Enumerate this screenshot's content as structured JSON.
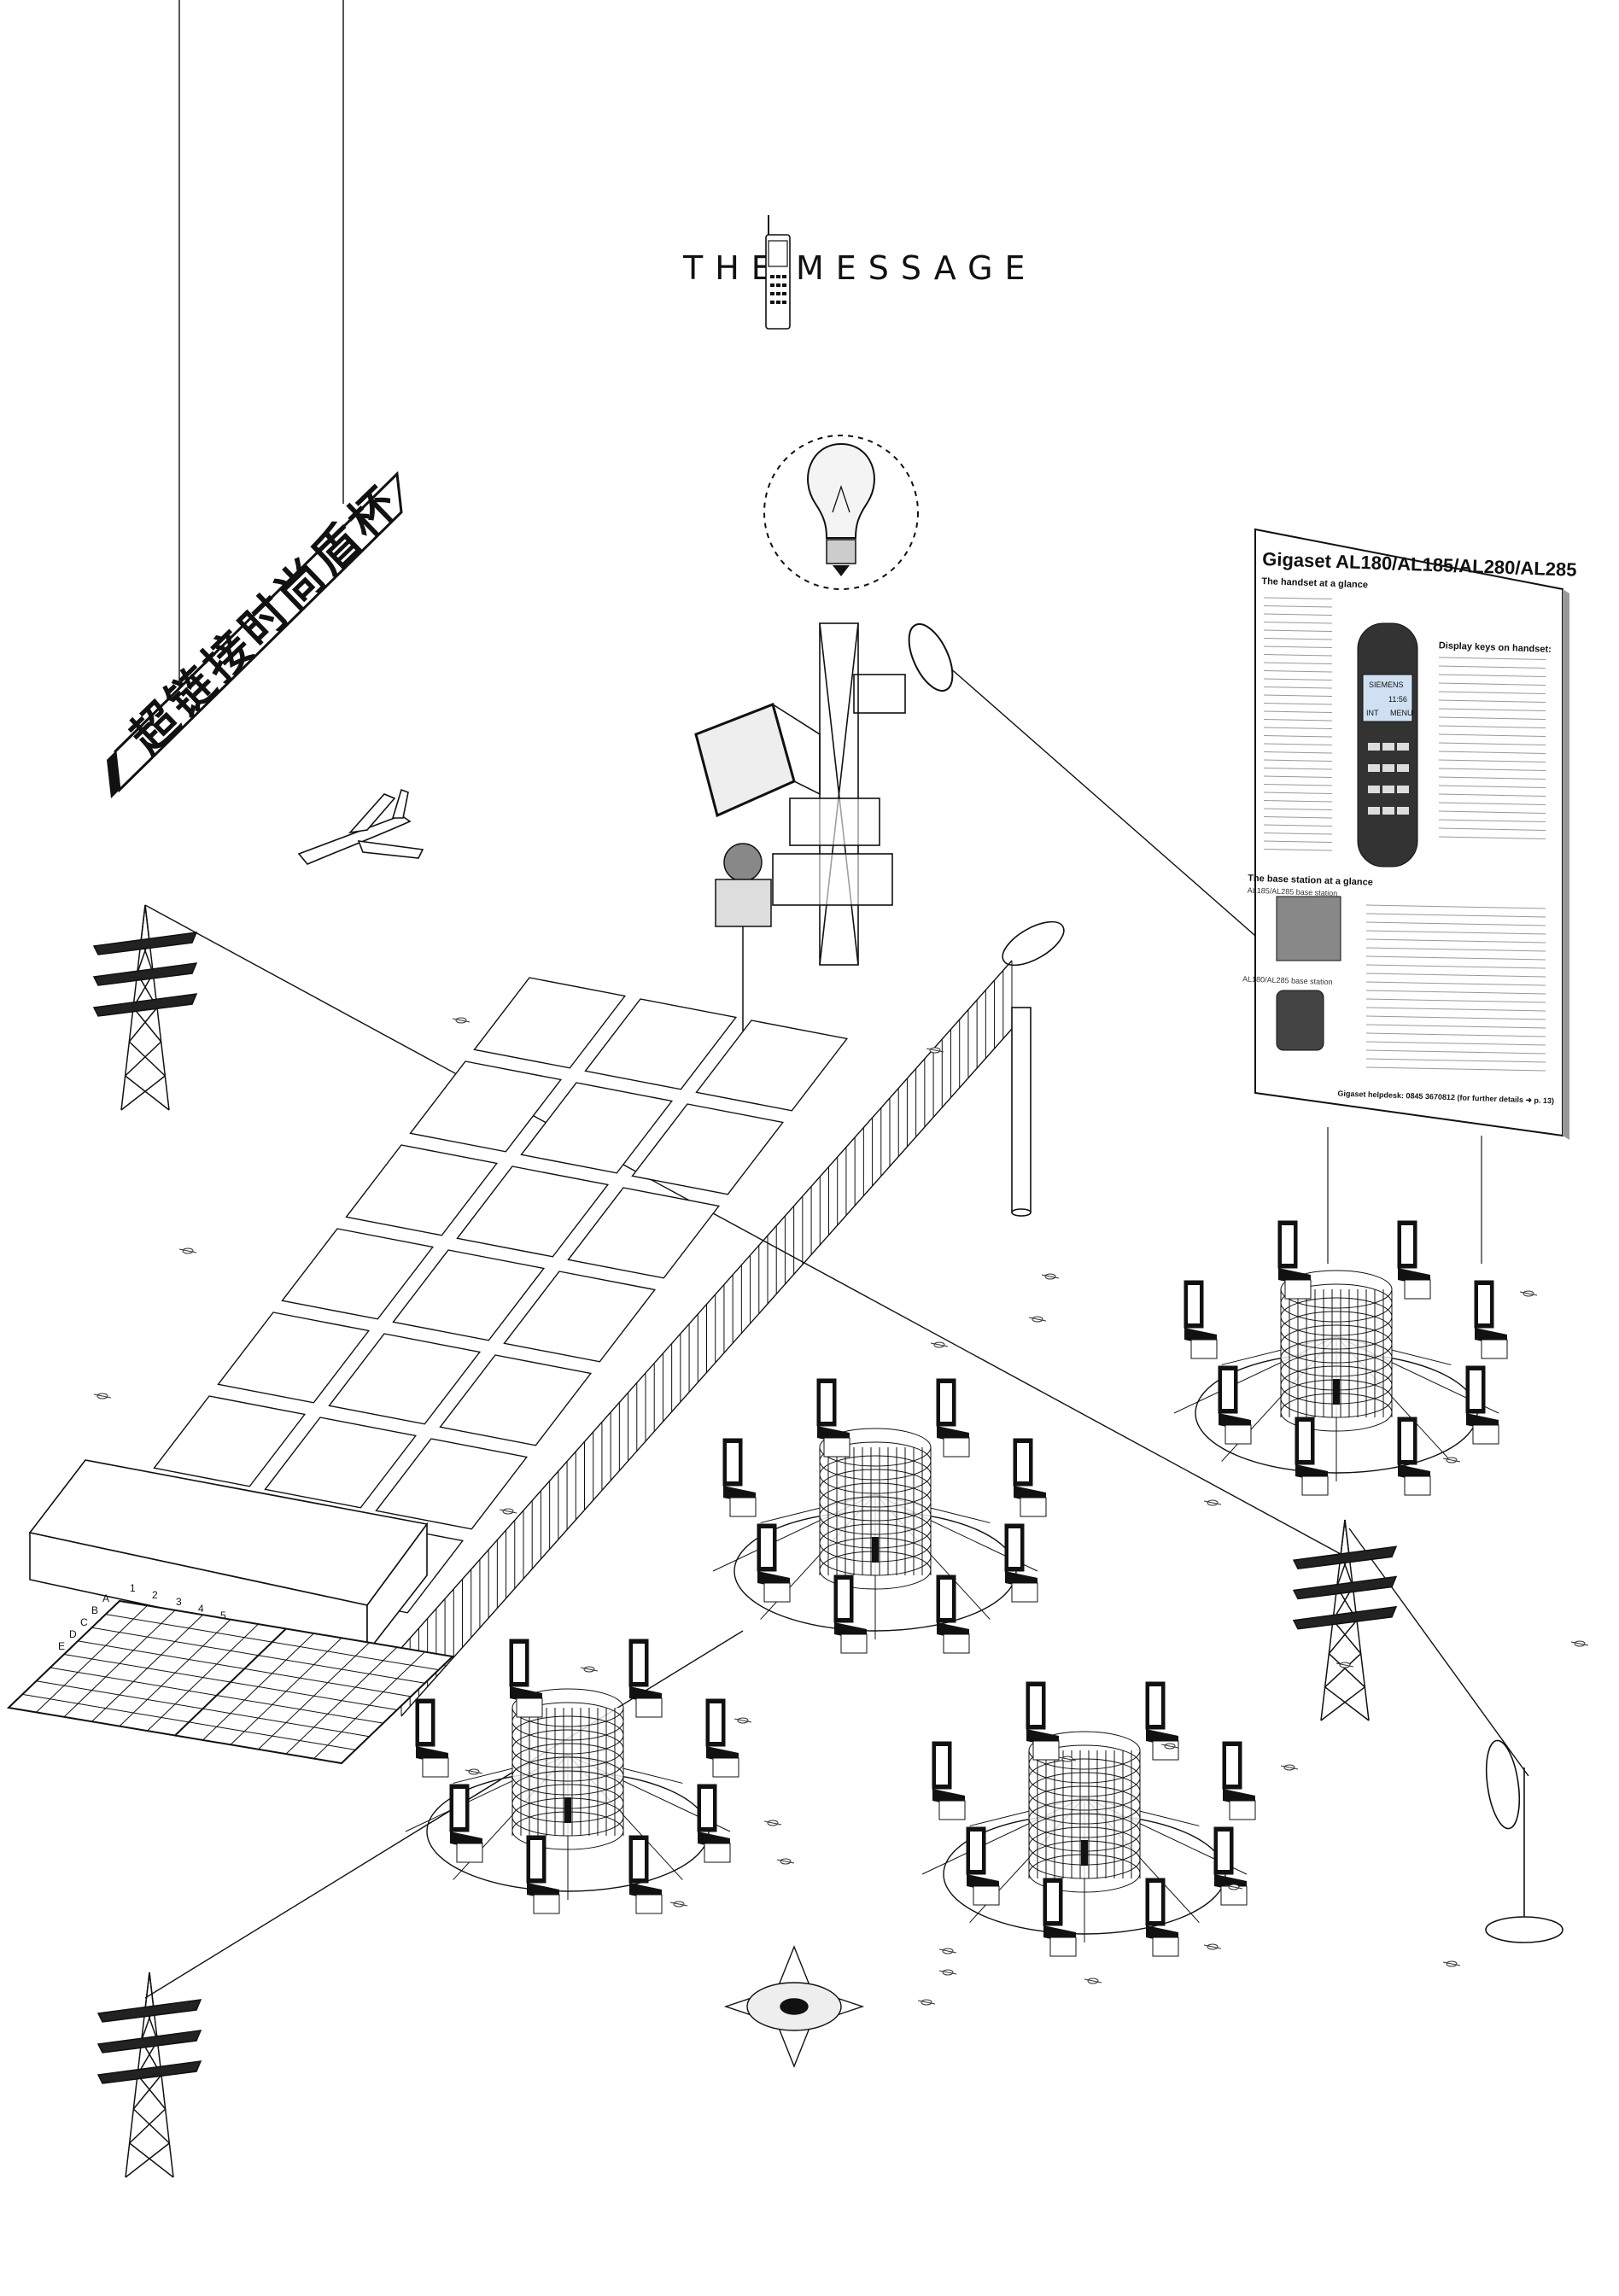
{
  "title": {
    "left": "THE",
    "right": "MESSAGE"
  },
  "hanging_sign": {
    "chars": [
      "超",
      "链",
      "接",
      "时",
      "尚",
      "盾",
      "杯"
    ]
  },
  "manual_board": {
    "title": "Gigaset AL180/AL185/AL280/AL285",
    "handset_heading": "The handset at a glance",
    "display_keys_heading": "Display keys on handset:",
    "base_heading": "The base station at a glance",
    "base_subheading": "AL185/AL285 base station",
    "base_subheading2": "AL180/AL285 base station",
    "phone_brand": "SIEMENS",
    "phone_screen_left": "INT",
    "phone_screen_right": "MENU",
    "phone_screen_time": "11:56",
    "helpdesk": "Gigaset helpdesk: 0845 3670812 (for further details ➜ p. 13)"
  },
  "grid": {
    "columns": [
      "1",
      "2",
      "3",
      "4",
      "5"
    ],
    "rows": [
      "A",
      "B",
      "C",
      "D",
      "E"
    ]
  },
  "colors": {
    "ink": "#111111",
    "paper": "#ffffff",
    "grey_line": "#777777",
    "light_fill": "#eeeeee"
  },
  "icons": [
    "mobile-phone-icon",
    "light-bulb-icon",
    "airplane-icon",
    "satellite-dish-icon",
    "pylon-icon"
  ]
}
